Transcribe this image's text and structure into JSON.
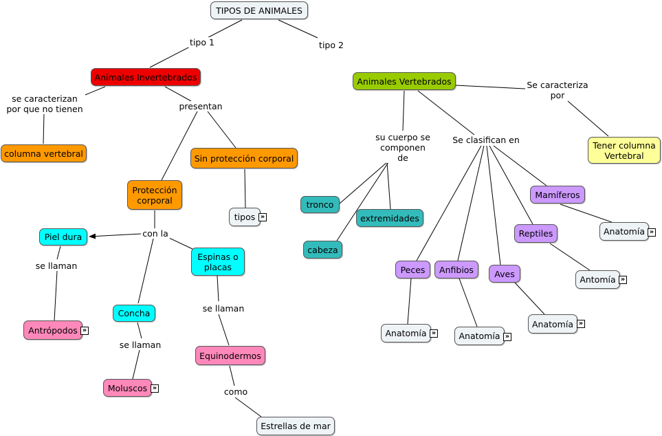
{
  "colors": {
    "red": "#ee0000",
    "orange": "#ff9900",
    "green": "#99cc00",
    "yellow": "#ffff99",
    "cyan": "#00ffff",
    "pink": "#ff88bb",
    "teal": "#33bbbb",
    "purple": "#cc99ff",
    "light": "#eef3f6",
    "line": "#000000"
  },
  "resource_icon": "double-chevron-right-icon",
  "nodes": {
    "root": "TIPOS DE ANIMALES",
    "invertebrados": "Animales Invertebrados",
    "vertebrados": "Animales Vertebrados",
    "columna": "columna vertebral",
    "sin_proteccion": "Sin protección corporal",
    "proteccion": "Protección\ncorporal",
    "tipos": "tipos",
    "piel_dura": "Piel dura",
    "espinas": "Espinas o\nplacas",
    "concha": "Concha",
    "antropodos": "Antrópodos",
    "equinodermos": "Equinodermos",
    "moluscos": "Moluscos",
    "estrellas": "Estrellas de mar",
    "tener_columna": "Tener columna\nVertebral",
    "tronco": "tronco",
    "extremidades": "extremidades",
    "cabeza": "cabeza",
    "mamiferos": "Mamíferos",
    "reptiles": "Reptiles",
    "aves": "Aves",
    "peces": "Peces",
    "anfibios": "Anfibios",
    "anat_mamiferos": "Anatomía",
    "anat_reptiles": "Antomía",
    "anat_aves": "Anatomía",
    "anat_peces": "Anatomía",
    "anat_anfibios": "Anatomía"
  },
  "links": {
    "tipo1": "tipo 1",
    "tipo2": "tipo 2",
    "se_caracterizan": "se caracterizan\npor que no tienen",
    "presentan": "presentan",
    "con_la": "con la",
    "se_llaman_1": "se llaman",
    "se_llaman_2": "se llaman",
    "se_llaman_3": "se llaman",
    "como": "como",
    "se_caracteriza": "Se caracteriza\npor",
    "su_cuerpo": "su cuerpo se\ncomponen\nde",
    "se_clasifican": "Se clasifican en"
  }
}
